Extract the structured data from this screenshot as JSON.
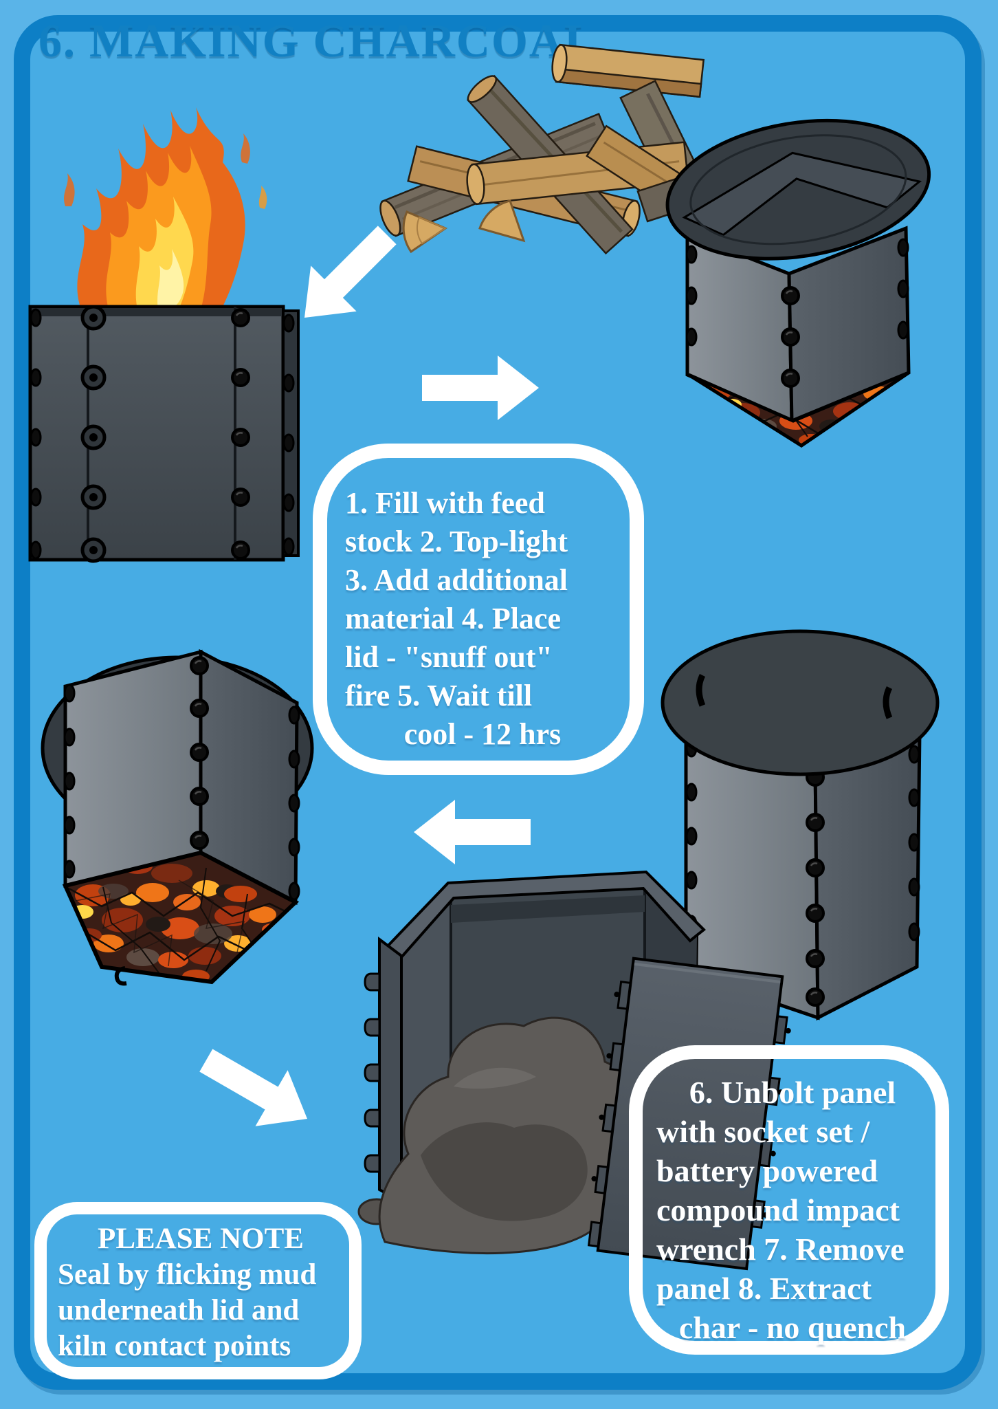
{
  "page": {
    "title": "6. MAKING CHARCOAL"
  },
  "center_box": {
    "lines": [
      "1. Fill with feed",
      "stock 2. Top-light",
      "3. Add additional",
      "material 4. Place",
      "lid - \"snuff out\"",
      "fire 5. Wait till",
      "cool - 12 hrs"
    ]
  },
  "unbolt_box": {
    "lines": [
      "6. Unbolt panel",
      "with socket set /",
      "battery powered",
      "compound impact",
      "wrench 7. Remove",
      "panel 8. Extract",
      "char - no quench"
    ]
  },
  "note_box": {
    "lines": [
      "PLEASE NOTE",
      "Seal by flicking mud",
      "underneath lid and",
      "kiln contact points"
    ]
  },
  "colors": {
    "page_margin": "#5ab4e8",
    "page_background": "#47ace4",
    "frame_border": "#0d7fc6",
    "title_text": "#1180c3",
    "box_border": "#ffffff",
    "box_text": "#ffffff",
    "arrow_white": "#ffffff",
    "kiln_gray": "#4d555c",
    "lid_gray": "#353c42",
    "ember_orange": "#e8681b",
    "flame_yellow": "#ffd84e",
    "wood_tan": "#c49a5c"
  },
  "icons": {
    "arrows": [
      "arrow-down-left",
      "arrow-right",
      "arrow-left",
      "arrow-down-right"
    ]
  }
}
